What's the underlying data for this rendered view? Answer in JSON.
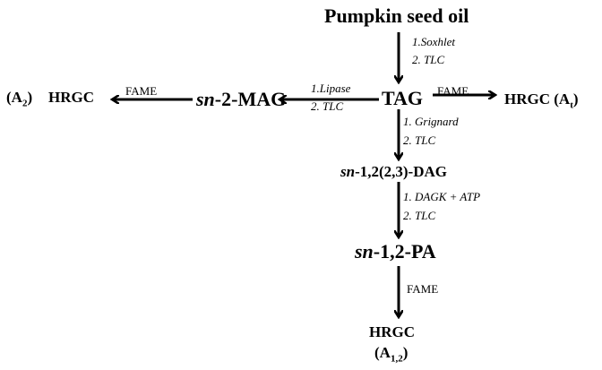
{
  "nodes": {
    "pumpkin": "Pumpkin seed oil",
    "tag": "TAG",
    "mag_prefix": "sn",
    "mag_suffix": "-2-MAG",
    "dag_prefix": "sn",
    "dag_suffix": "-1,2(2,3)-DAG",
    "pa_prefix": "sn",
    "pa_suffix": "-1,2-PA",
    "hrgc_left": "HRGC",
    "hrgc_right": "HRGC",
    "hrgc_bottom": "HRGC",
    "a2_open": "(A",
    "a2_sub": "2",
    "a2_close": ")",
    "at_open": "(A",
    "at_sub": "t",
    "at_close": ")",
    "a12_open": "(A",
    "a12_sub": "1,2",
    "a12_close": ")"
  },
  "steps": {
    "soxhlet_1": "1.Soxhlet",
    "soxhlet_2": "2. TLC",
    "lipase_1": "1.Lipase",
    "lipase_2": "2. TLC",
    "grignard_1": "1. Grignard",
    "grignard_2": "2. TLC",
    "dagk_1": "1. DAGK + ATP",
    "dagk_2": "2. TLC",
    "fame_left": "FAME",
    "fame_right": "FAME",
    "fame_bottom": "FAME"
  },
  "colors": {
    "ink": "#000000",
    "background": "#ffffff"
  }
}
